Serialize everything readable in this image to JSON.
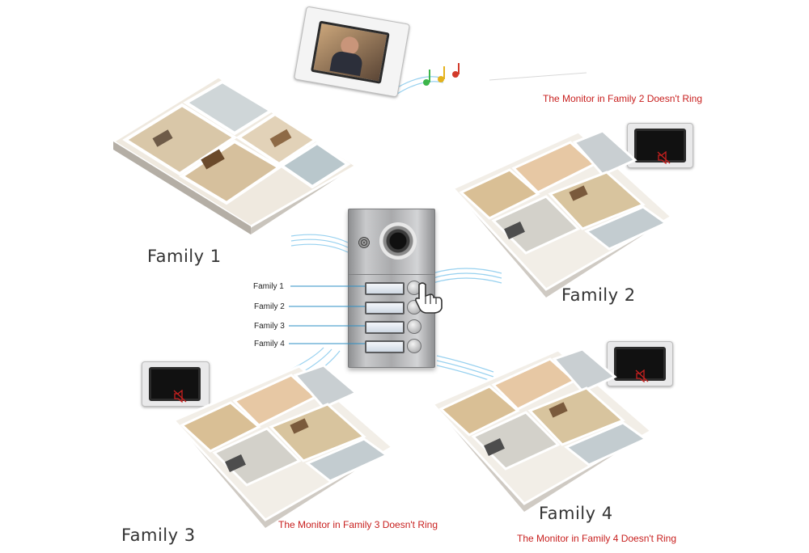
{
  "families": {
    "family1": "Family 1",
    "family2": "Family 2",
    "family3": "Family 3",
    "family4": "Family 4"
  },
  "notes": {
    "family2": "The Monitor in Family 2 Doesn't Ring",
    "family3": "The Monitor in Family 3 Doesn't Ring",
    "family4": "The Monitor in Family 4 Doesn't Ring"
  },
  "door_panel": {
    "buttons": [
      "Family 1",
      "Family 2",
      "Family 3",
      "Family 4"
    ]
  },
  "icons": {
    "pressed": "hand-pointer-icon",
    "muted": "speaker-muted-icon",
    "ringing": "music-notes-icon"
  },
  "colors": {
    "note_red": "#c8201f",
    "line_blue": "#2c8fc4",
    "wave_blue": "#7fc6ec"
  }
}
